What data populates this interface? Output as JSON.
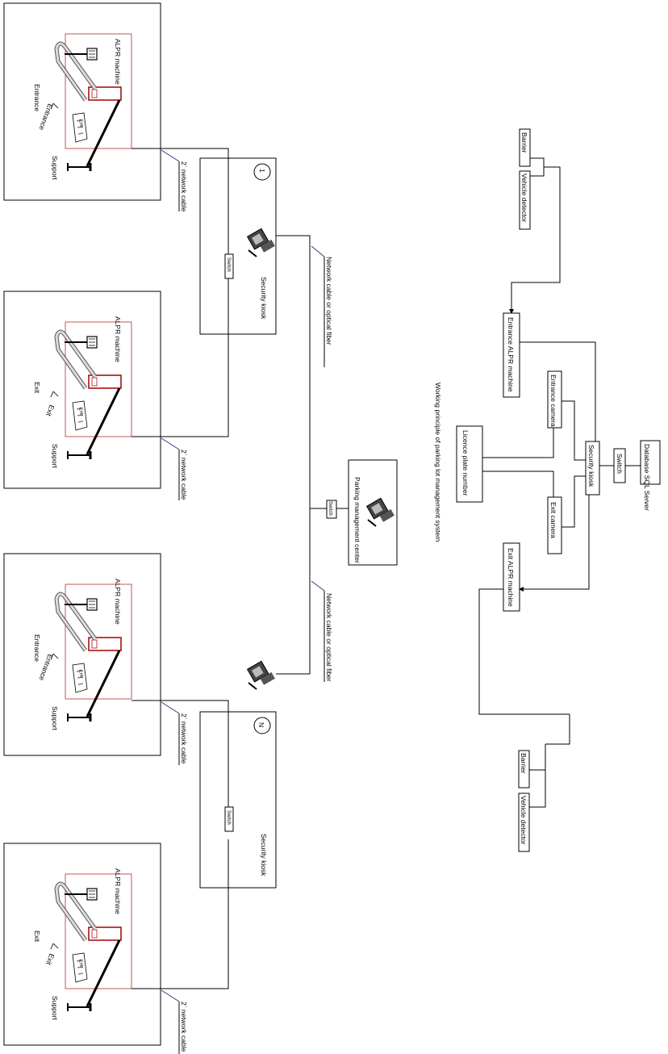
{
  "labels": {
    "alpr_machine": "ALPR machine",
    "entrance": "Entrance",
    "exit": "Exit",
    "support": "Support",
    "network_cable_2": "2` network cable",
    "security_kiosk": "Security kiosk",
    "switch": "Switch",
    "network_or_fiber": "Network cable or optical fiber",
    "parking_management_center": "Parking management center",
    "kiosk_number_1": "1",
    "kiosk_number_n": "N",
    "sign_text": "Entr"
  },
  "principle": {
    "title": "Working principle of parking lot management system",
    "barrier": "Barrier",
    "vehicle_detector": "Vehicle detector",
    "entrance_alpr": "Entrance ALPR machine",
    "entrance_camera": "Entrance camera",
    "exit_camera": "Exit camera",
    "security_kiosk": "Security kiosk",
    "switch": "Switch",
    "database": "Database SQL Server",
    "licence_plate_number": "Licence plate number",
    "exit_alpr": "Exit ALPR machine"
  },
  "colors": {
    "wire": "#000000",
    "red_cable": "#9b1b1b",
    "fiber": "#3a2a7a"
  }
}
